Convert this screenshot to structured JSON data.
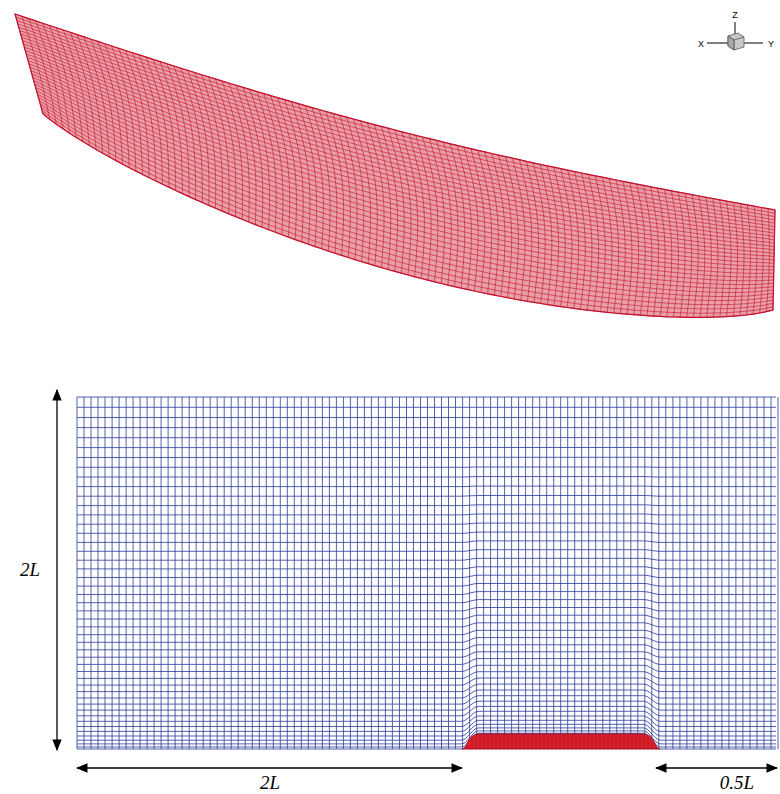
{
  "diagram": {
    "labels": [
      "Z",
      "X",
      "Y",
      "2L",
      "2L",
      "0.5L"
    ]
  }
}
